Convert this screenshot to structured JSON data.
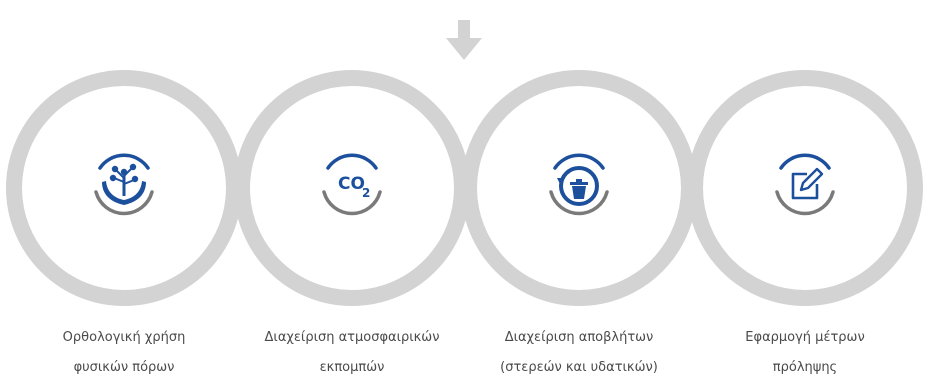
{
  "colors": {
    "ring": "#d3d3d3",
    "accent": "#1c4f9c",
    "icon_arc_gray": "#7a7a7a",
    "text": "#4a4a4a"
  },
  "top_arrow": {
    "icon": "down-arrow-icon"
  },
  "steps": [
    {
      "icon": "plant-in-hands-icon",
      "label_lines": [
        "Ορθολογική χρήση",
        "φυσικών πόρων"
      ]
    },
    {
      "icon": "co2-icon",
      "icon_text_main": "CO",
      "icon_text_sub": "2",
      "label_lines": [
        "Διαχείριση ατμοσφαιρικών",
        "εκπομπών"
      ]
    },
    {
      "icon": "recycle-bin-icon",
      "label_lines": [
        "Διαχείριση αποβλήτων",
        "(στερεών και υδατικών)"
      ]
    },
    {
      "icon": "edit-note-icon",
      "label_lines": [
        "Εφαρμογή μέτρων",
        "πρόληψης"
      ]
    }
  ]
}
